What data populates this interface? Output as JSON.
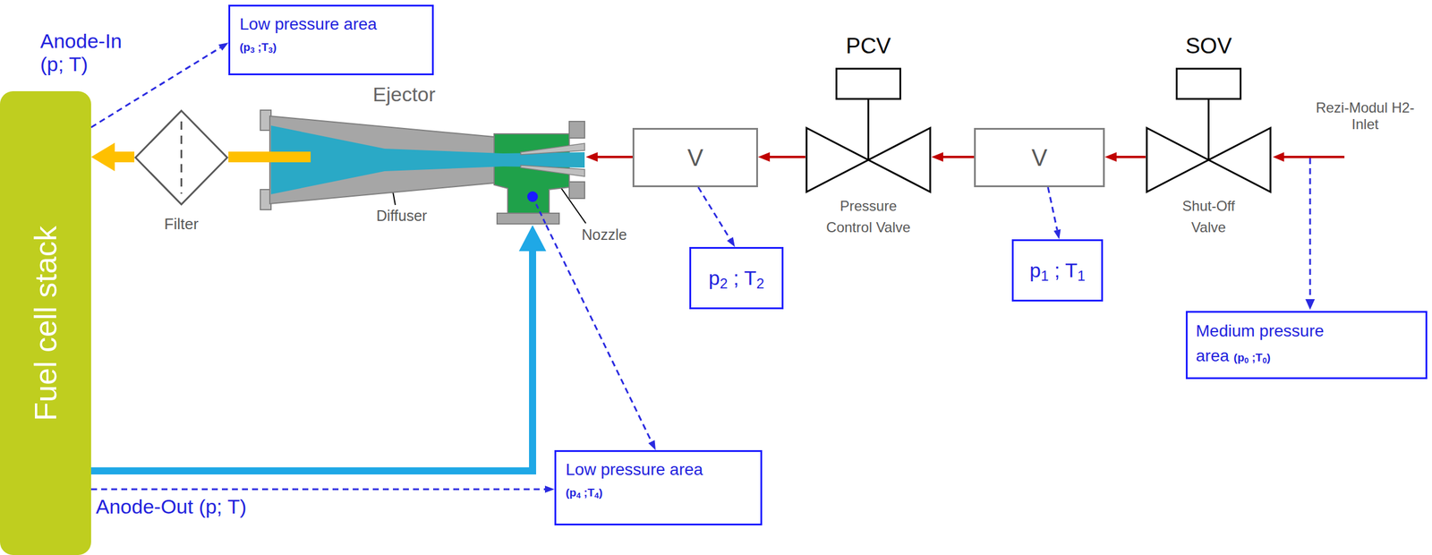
{
  "diagram": {
    "nodes": [
      {
        "text": [
          "Low pressure area",
          "(p3 ;T3)"
        ]
      },
      {
        "text": [
          "PCV",
          "Pressure Control Valve"
        ]
      },
      {
        "text": [
          "SOV",
          "Shut-Off Valve"
        ]
      },
      {
        "text": [
          "Ejector"
        ]
      },
      {
        "text": [
          "Fuel cell stack"
        ]
      },
      {
        "text": [
          "Filter"
        ]
      },
      {
        "text": [
          "V"
        ]
      },
      {
        "text": [
          "V"
        ]
      },
      {
        "text": [
          "p2 ; T2"
        ]
      },
      {
        "text": [
          "p1 ; T1"
        ]
      },
      {
        "text": [
          "Medium pressure area",
          "(p0 ;T0)"
        ]
      },
      {
        "text": [
          "Low pressure area",
          "(p4 ;T4)"
        ]
      }
    ],
    "edges": [
      {
        "from": 5,
        "to": 4,
        "arrow": "to"
      },
      {
        "from": 3,
        "to": 5,
        "arrow": "none"
      },
      {
        "from": 6,
        "to": 3,
        "arrow": "to"
      },
      {
        "from": 1,
        "to": 6,
        "arrow": "to"
      },
      {
        "from": 7,
        "to": 1,
        "arrow": "to"
      },
      {
        "from": 2,
        "to": 7,
        "arrow": "to"
      },
      {
        "from": 4,
        "to": 3,
        "arrow": "to"
      },
      {
        "from": 4,
        "to": 0,
        "arrow": "to"
      },
      {
        "from": 6,
        "to": 8,
        "arrow": "to"
      },
      {
        "from": 7,
        "to": 9,
        "arrow": "to"
      },
      {
        "from": 4,
        "to": 11,
        "arrow": "to"
      },
      {
        "from": 3,
        "to": 11,
        "arrow": "to"
      }
    ],
    "labels": [
      "Anode-In (p; T)",
      "Diffuser",
      "Nozzle",
      "Rezi-Modul H2-Inlet",
      "Anode-Out (p; T)"
    ]
  }
}
